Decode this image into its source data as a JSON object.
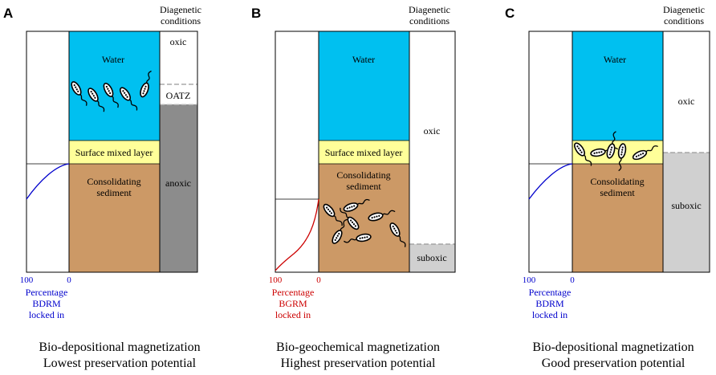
{
  "colors": {
    "water": "#00c0f0",
    "mixed_layer": "#ffff99",
    "sediment": "#cc9966",
    "anoxic": "#8c8c8c",
    "suboxic": "#d0d0d0",
    "bdrm_curve": "#0000cc",
    "bgrm_curve": "#cc0000",
    "boundary_dash": "#999999"
  },
  "icons": [
    "bacterium-icon"
  ],
  "panels": [
    {
      "letter": "A",
      "diagenetic_header": [
        "Diagenetic",
        "conditions"
      ],
      "water": "Water",
      "mixed_layer": "Surface mixed layer",
      "sediment": [
        "Consolidating",
        "sediment"
      ],
      "zones": [
        "oxic",
        "OATZ",
        "anoxic"
      ],
      "axis": {
        "left": "100",
        "right": "0"
      },
      "axis_title": [
        "Percentage",
        "BDRM",
        "locked in"
      ],
      "caption": [
        "Bio-depositional magnetization",
        "Lowest preservation potential"
      ]
    },
    {
      "letter": "B",
      "diagenetic_header": [
        "Diagenetic",
        "conditions"
      ],
      "water": "Water",
      "mixed_layer": "Surface mixed layer",
      "sediment": [
        "Consolidating",
        "sediment"
      ],
      "zones": [
        "oxic",
        "suboxic"
      ],
      "axis": {
        "left": "100",
        "right": "0"
      },
      "axis_title": [
        "Percentage",
        "BGRM",
        "locked in"
      ],
      "caption": [
        "Bio-geochemical magnetization",
        "Highest preservation potential"
      ]
    },
    {
      "letter": "C",
      "diagenetic_header": [
        "Diagenetic",
        "conditions"
      ],
      "water": "Water",
      "mixed_layer": "",
      "sediment": [
        "Consolidating",
        "sediment"
      ],
      "zones": [
        "oxic",
        "suboxic"
      ],
      "axis": {
        "left": "100",
        "right": "0"
      },
      "axis_title": [
        "Percentage",
        "BDRM",
        "locked in"
      ],
      "caption": [
        "Bio-depositional magnetization",
        "Good preservation potential"
      ]
    }
  ]
}
